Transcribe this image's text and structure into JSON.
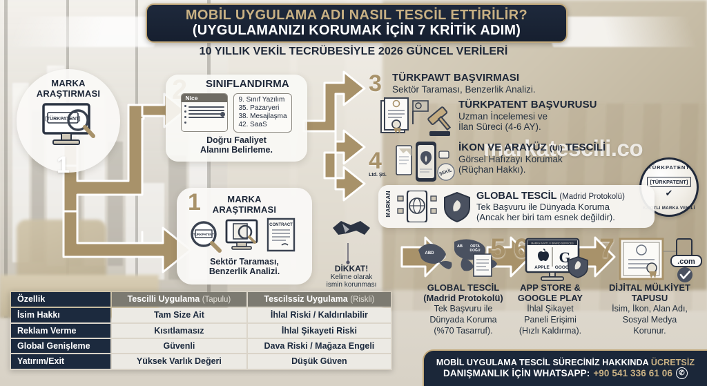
{
  "header": {
    "title_line1": "MOBİL UYGULAMA ADI NASIL TESCİL ETTİRİLİR?",
    "title_line2": "(UYGULAMANIZI KORUMAK İÇİN 7 KRİTİK ADIM)",
    "subtitle": "10 YILLIK VEKİL TECRÜBESİYLE 2026 GÜNCEL VERİLERİ"
  },
  "watermark": {
    "text": "markatescili.co",
    "seal": {
      "arc_top": "TÜRKPATENT",
      "tag": "[TÜRKPATENT]",
      "check": "✔",
      "arc_bottom": "KAYITLI MARKA VEKİLİ"
    }
  },
  "steps": {
    "circle_top_left": {
      "number": "1",
      "title": "MARKA\nARAŞTIRMASI",
      "title_l1": "MARKA",
      "title_l2": "ARAŞTIRMASI",
      "screen_label": "[TÜRKPATENT]"
    },
    "step2": {
      "number": "2",
      "title": "SINIFLANDIRMA",
      "nice_label": "Nice",
      "classes": [
        "9. Sınıf Yazılım",
        "35. Pazaryeri",
        "38. Mesajlaşma",
        "42. SaaS"
      ],
      "caption_l1": "Doğru Faaliyet",
      "caption_l2": "Alanını Belirleme."
    },
    "step1_oval": {
      "number": "1",
      "title_l1": "MARKA",
      "title_l2": "ARAŞTIRMASI",
      "caption_l1": "Sektör Taraması,",
      "caption_l2": "Benzerlik Analizi.",
      "contract_label": "CONTRACT",
      "magnifier_label": "[TÜRKPATENT]"
    },
    "step3": {
      "number": "3",
      "title": "TÜRKPAWT BAŞVIRMASI",
      "sub": "Sektör Taraması, Benzerlik Analizi."
    },
    "turkpatent_basvurusu": {
      "title": "TÜRKPATENT BAŞVURUSU",
      "sub_l1": "Uzman İncelemesi ve",
      "sub_l2": "İlan Süreci (4-6 AY)."
    },
    "step4": {
      "number": "4",
      "caption": "Ltd. Şti.",
      "title_main": "İKON VE ARAYÜZ",
      "title_ui": "(UI)",
      "title_tail": "TESCİLİ",
      "sub_l1": "Görsel Hafızayı Korumak",
      "sub_l2": "(Rüçhan Hakkı).",
      "stamp": "ŞEKİL"
    },
    "global_pill": {
      "side_label": "MARKAN",
      "title": "GLOBAL TESCİL",
      "title_paren": "(Madrid Protokolü)",
      "line2": "Tek Başvuru ile Dünyada Koruma",
      "line3": "(Ancak her biri tam esnek değildir)."
    },
    "step5": {
      "number": "5",
      "head_l1": "GLOBAL TESCİL",
      "head_l2": "(Madrid Protokolü)",
      "body_l1": "Tek Başvuru ile",
      "body_l2": "Dünyada Koruma",
      "body_l3": "(%70 Tasarruf).",
      "map_labels": [
        "ABD",
        "AB",
        "ORTA DOĞU"
      ]
    },
    "step6": {
      "number": "6",
      "head_l1": "APP STORE &",
      "head_l2": "GOOGLE PLAY",
      "body_l1": "İhlal Şikayet",
      "body_l2": "Paneli Erişimi",
      "body_l3": "(Hızlı Kaldırma).",
      "store_a": "APPLE",
      "store_b": "GOOGLE",
      "browser_bar": "MARKA KAYITLI / BRAND SERVICES"
    },
    "step7": {
      "number": "7",
      "head_l1": "DİJİTAL MÜLKİYET",
      "head_l2": "TAPUSU",
      "body_l1": "İsim, İkon, Alan Adı,",
      "body_l2": "Sosyal Medya",
      "body_l3": "Korunur.",
      "domain_chip": ".com"
    }
  },
  "warning": {
    "title": "DİKKAT!",
    "line1": "Kelime olarak",
    "line2": "ismin korunması"
  },
  "table": {
    "headers": [
      {
        "main": "Özellik",
        "paren": ""
      },
      {
        "main": "Tescilli Uygulama",
        "paren": "(Tapulu)"
      },
      {
        "main": "Tescilssiz Uygulama",
        "paren": "(Riskli)"
      }
    ],
    "rows": [
      {
        "feature": "İsim Hakkı",
        "registered": "Tam Size Ait",
        "unregistered": "İhlal Riski / Kaldırılabilir"
      },
      {
        "feature": "Reklam Verme",
        "registered": "Kısıtlamasız",
        "unregistered": "İhlal Şikayeti Riski"
      },
      {
        "feature": "Global Genişleme",
        "registered": "Güvenli",
        "unregistered": "Dava Riski / Mağaza Engeli"
      },
      {
        "feature": "Yatırım/Exit",
        "registered": "Yüksek Varlık Değeri",
        "unregistered": "Düşük Güven"
      }
    ]
  },
  "cta": {
    "line1_a": "MOBİL UYGULAMA TESCİL SÜRECİNİZ HAKKINDA ",
    "line1_b": "ÜCRETSİZ",
    "line2_a": "DANIŞMANLIK İÇİN WHATSAPP: ",
    "line2_b": "+90 541 336 61 06",
    "whatsapp_icon": "✆"
  },
  "colors": {
    "navy": "#1c2a3e",
    "gold": "#a8926a",
    "gold_light": "#c9b184",
    "gray_header": "#7c7a71",
    "cell": "#eceae4"
  }
}
